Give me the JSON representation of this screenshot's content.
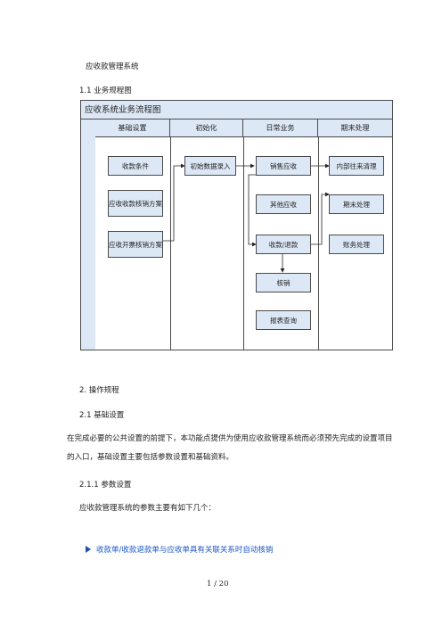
{
  "heading": "应收款管理系统",
  "section_1_1": "1.1 业务规程图",
  "flowchart": {
    "title": "应收系统业务流程图",
    "columns": [
      "基础设置",
      "初始化",
      "日常业务",
      "期末处理"
    ],
    "boxes": {
      "basic_1": "收款条件",
      "basic_2": "应收收款核销方案",
      "basic_3": "应收开票核销方案",
      "init_1": "初始数据录入",
      "daily_1": "销售应收",
      "daily_2": "其他应收",
      "daily_3": "收款/退款",
      "daily_4": "核销",
      "daily_5": "报表查询",
      "period_1": "内部往来清理",
      "period_2": "期末处理",
      "period_3": "账务处理"
    }
  },
  "section_2": "2. 操作规程",
  "section_2_1": "2.1  基础设置",
  "paragraph_2_1": "在完成必要的公共设置的前提下，本功能点提供为使用应收款管理系统而必须预先完成的设置项目的入口，基础设置主要包括参数设置和基础资料。",
  "section_2_1_1": "2.1.1  参数设置",
  "paragraph_2_1_1": "应收款管理系统的参数主要有如下几个：",
  "link_item": "收款单/收款退款单与应收单具有关联关系时自动核销",
  "page_number": "1 / 20"
}
